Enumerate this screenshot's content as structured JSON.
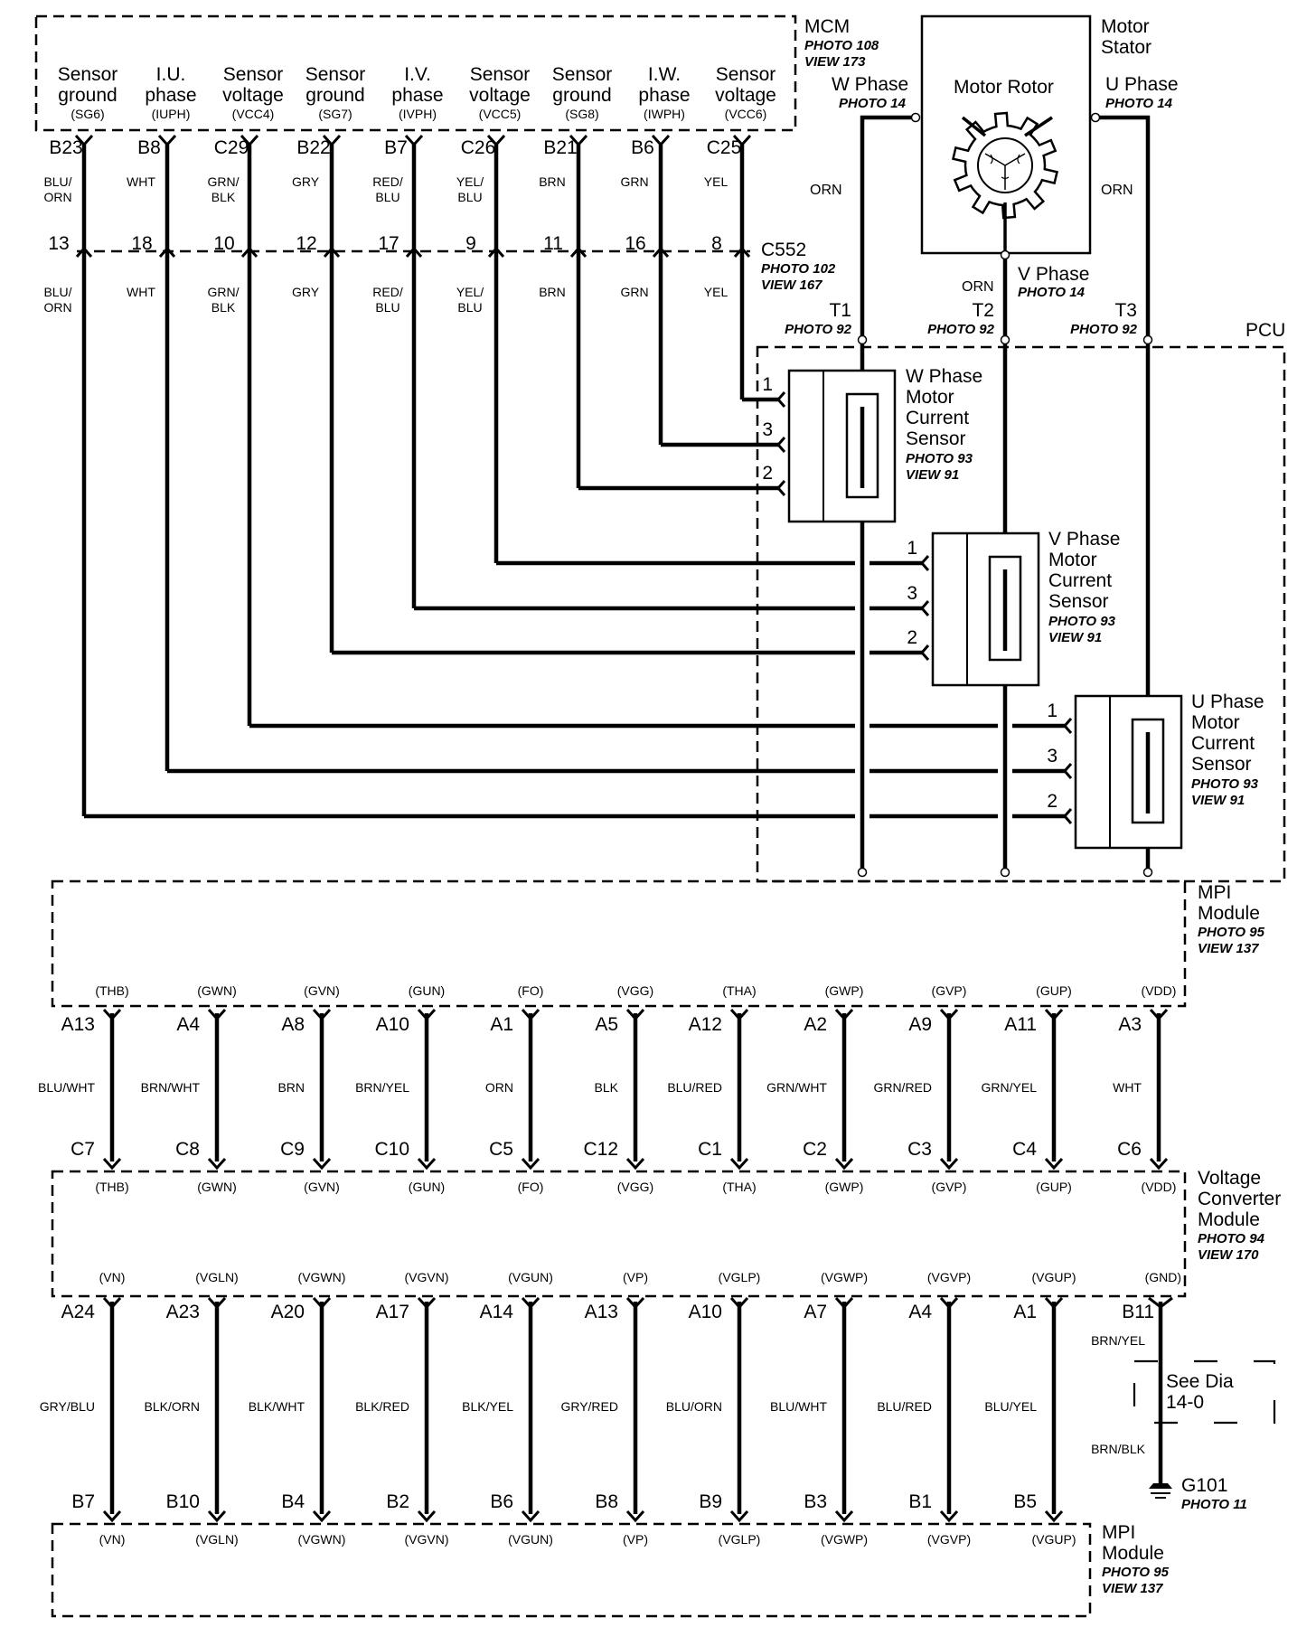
{
  "mcm": {
    "title": "MCM",
    "photo": "PHOTO 108",
    "view": "VIEW 173",
    "pins": [
      {
        "n1": "Sensor",
        "n2": "ground",
        "sig": "(SG6)",
        "term": "B23",
        "wire": "BLU/ORN",
        "wire1": "BLU/",
        "wire2": "ORN",
        "cav": "13"
      },
      {
        "n1": "I.U.",
        "n2": "phase",
        "sig": "(IUPH)",
        "term": "B8",
        "wire": "WHT",
        "wire1": "WHT",
        "wire2": "",
        "cav": "18"
      },
      {
        "n1": "Sensor",
        "n2": "voltage",
        "sig": "(VCC4)",
        "term": "C29",
        "wire": "GRN/BLK",
        "wire1": "GRN/",
        "wire2": "BLK",
        "cav": "10"
      },
      {
        "n1": "Sensor",
        "n2": "ground",
        "sig": "(SG7)",
        "term": "B22",
        "wire": "GRY",
        "wire1": "GRY",
        "wire2": "",
        "cav": "12"
      },
      {
        "n1": "I.V.",
        "n2": "phase",
        "sig": "(IVPH)",
        "term": "B7",
        "wire": "RED/BLU",
        "wire1": "RED/",
        "wire2": "BLU",
        "cav": "17"
      },
      {
        "n1": "Sensor",
        "n2": "voltage",
        "sig": "(VCC5)",
        "term": "C26",
        "wire": "YEL/BLU",
        "wire1": "YEL/",
        "wire2": "BLU",
        "cav": "9"
      },
      {
        "n1": "Sensor",
        "n2": "ground",
        "sig": "(SG8)",
        "term": "B21",
        "wire": "BRN",
        "wire1": "BRN",
        "wire2": "",
        "cav": "11"
      },
      {
        "n1": "I.W.",
        "n2": "phase",
        "sig": "(IWPH)",
        "term": "B6",
        "wire": "GRN",
        "wire1": "GRN",
        "wire2": "",
        "cav": "16"
      },
      {
        "n1": "Sensor",
        "n2": "voltage",
        "sig": "(VCC6)",
        "term": "C25",
        "wire": "YEL",
        "wire1": "YEL",
        "wire2": "",
        "cav": "8"
      }
    ]
  },
  "c552": {
    "label": "C552",
    "photo": "PHOTO 102",
    "view": "VIEW 167"
  },
  "motor": {
    "stator1": "Motor",
    "stator2": "Stator",
    "rotor": "Motor Rotor",
    "w_phase": "W Phase",
    "w_photo": "PHOTO 14",
    "u_phase": "U Phase",
    "u_photo": "PHOTO 14",
    "v_phase": "V Phase",
    "v_photo": "PHOTO 14",
    "wire_w": "ORN",
    "wire_u": "ORN",
    "wire_v": "ORN"
  },
  "pcu": {
    "label": "PCU",
    "terminals": [
      {
        "term": "T1",
        "photo": "PHOTO 92"
      },
      {
        "term": "T2",
        "photo": "PHOTO 92"
      },
      {
        "term": "T3",
        "photo": "PHOTO 92"
      }
    ],
    "sensors": [
      {
        "l1": "W Phase",
        "l2": "Motor",
        "l3": "Current",
        "l4": "Sensor",
        "photo": "PHOTO 93",
        "view": "VIEW 91",
        "p1": "1",
        "p3": "3",
        "p2": "2"
      },
      {
        "l1": "V Phase",
        "l2": "Motor",
        "l3": "Current",
        "l4": "Sensor",
        "photo": "PHOTO 93",
        "view": "VIEW 91",
        "p1": "1",
        "p3": "3",
        "p2": "2"
      },
      {
        "l1": "U Phase",
        "l2": "Motor",
        "l3": "Current",
        "l4": "Sensor",
        "photo": "PHOTO 93",
        "view": "VIEW 91",
        "p1": "1",
        "p3": "3",
        "p2": "2"
      }
    ]
  },
  "mpi_top": {
    "l1": "MPI",
    "l2": "Module",
    "photo": "PHOTO 95",
    "view": "VIEW 137"
  },
  "vcm": {
    "l1": "Voltage",
    "l2": "Converter",
    "l3": "Module",
    "photo": "PHOTO 94",
    "view": "VIEW 170"
  },
  "mpi_bottom": {
    "l1": "MPI",
    "l2": "Module",
    "photo": "PHOTO 95",
    "view": "VIEW 137"
  },
  "bus1": [
    {
      "sig": "(THB)",
      "top": "A13",
      "wire": "BLU/WHT",
      "bot": "C7"
    },
    {
      "sig": "(GWN)",
      "top": "A4",
      "wire": "BRN/WHT",
      "bot": "C8"
    },
    {
      "sig": "(GVN)",
      "top": "A8",
      "wire": "BRN",
      "bot": "C9"
    },
    {
      "sig": "(GUN)",
      "top": "A10",
      "wire": "BRN/YEL",
      "bot": "C10"
    },
    {
      "sig": "(FO)",
      "top": "A1",
      "wire": "ORN",
      "bot": "C5"
    },
    {
      "sig": "(VGG)",
      "top": "A5",
      "wire": "BLK",
      "bot": "C12"
    },
    {
      "sig": "(THA)",
      "top": "A12",
      "wire": "BLU/RED",
      "bot": "C1"
    },
    {
      "sig": "(GWP)",
      "top": "A2",
      "wire": "GRN/WHT",
      "bot": "C2"
    },
    {
      "sig": "(GVP)",
      "top": "A9",
      "wire": "GRN/RED",
      "bot": "C3"
    },
    {
      "sig": "(GUP)",
      "top": "A11",
      "wire": "GRN/YEL",
      "bot": "C4"
    },
    {
      "sig": "(VDD)",
      "top": "A3",
      "wire": "WHT",
      "bot": "C6"
    }
  ],
  "bus2": [
    {
      "sig": "(VN)",
      "top": "A24",
      "wire": "GRY/BLU",
      "bot": "B7"
    },
    {
      "sig": "(VGLN)",
      "top": "A23",
      "wire": "BLK/ORN",
      "bot": "B10"
    },
    {
      "sig": "(VGWN)",
      "top": "A20",
      "wire": "BLK/WHT",
      "bot": "B4"
    },
    {
      "sig": "(VGVN)",
      "top": "A17",
      "wire": "BLK/RED",
      "bot": "B2"
    },
    {
      "sig": "(VGUN)",
      "top": "A14",
      "wire": "BLK/YEL",
      "bot": "B6"
    },
    {
      "sig": "(VP)",
      "top": "A13",
      "wire": "GRY/RED",
      "bot": "B8"
    },
    {
      "sig": "(VGLP)",
      "top": "A10",
      "wire": "BLU/ORN",
      "bot": "B9"
    },
    {
      "sig": "(VGWP)",
      "top": "A7",
      "wire": "BLU/WHT",
      "bot": "B3"
    },
    {
      "sig": "(VGVP)",
      "top": "A4",
      "wire": "BLU/RED",
      "bot": "B1"
    },
    {
      "sig": "(VGUP)",
      "top": "A1",
      "wire": "BLU/YEL",
      "bot": "B5"
    }
  ],
  "ground": {
    "sig": "(GND)",
    "term": "B11",
    "wire_top": "BRN/YEL",
    "see1": "See Dia",
    "see2": "14-0",
    "wire_bot": "BRN/BLK",
    "g": "G101",
    "photo": "PHOTO 11"
  }
}
